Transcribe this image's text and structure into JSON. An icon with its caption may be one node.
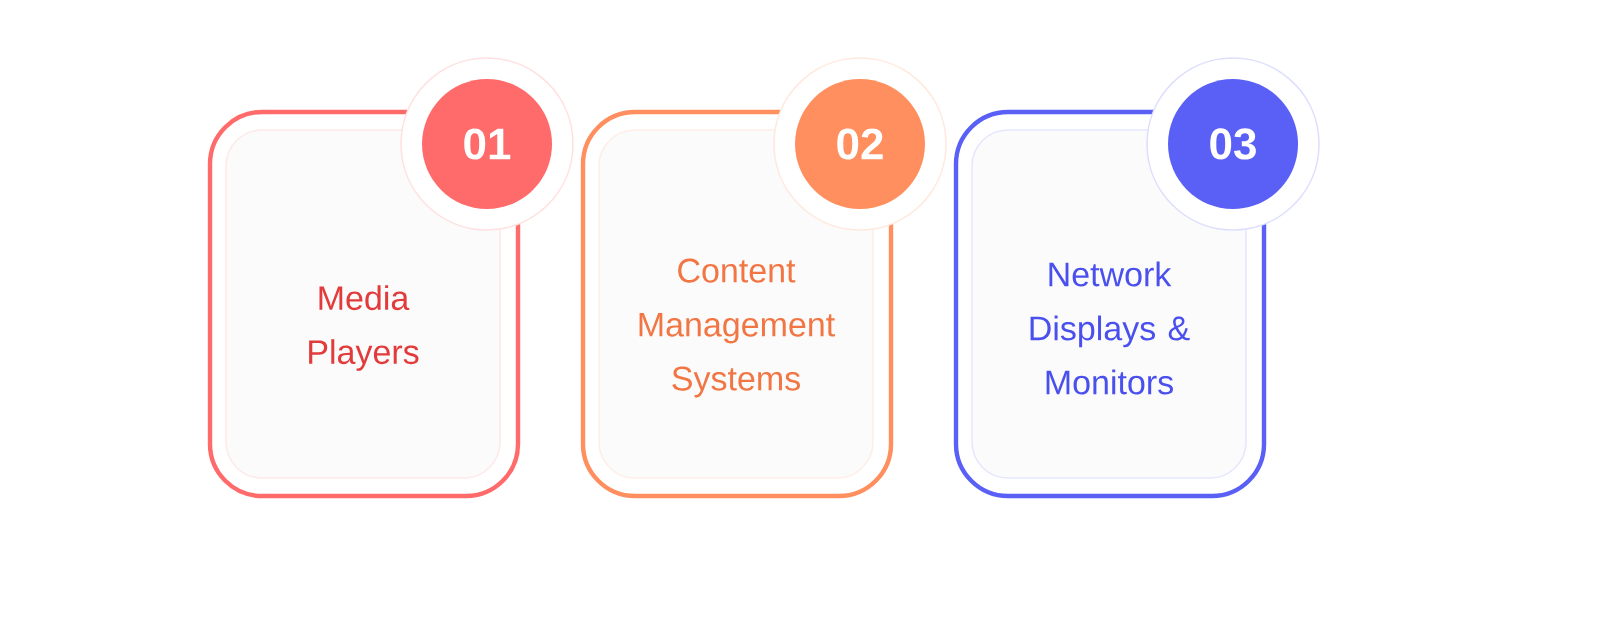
{
  "diagram": {
    "nodes": [
      {
        "text": [
          "01"
        ]
      },
      {
        "text": [
          "Media Players"
        ]
      },
      {
        "text": [
          "02"
        ]
      },
      {
        "text": [
          "Content Management Systems"
        ]
      },
      {
        "text": [
          "03"
        ]
      },
      {
        "text": [
          "Network Displays & Monitors"
        ]
      }
    ]
  }
}
